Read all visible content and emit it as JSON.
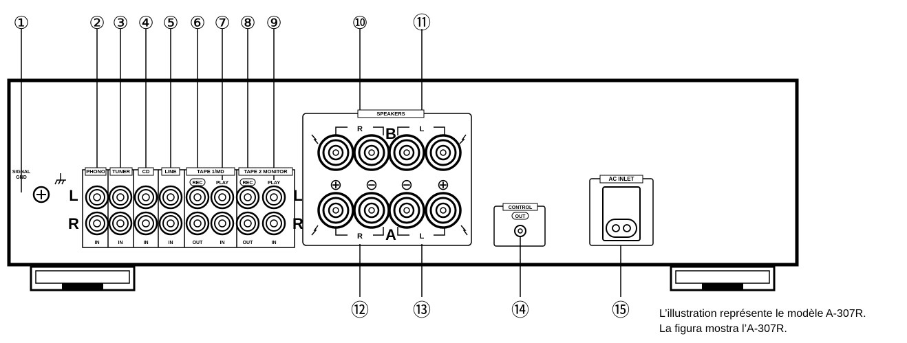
{
  "callouts": [
    "①",
    "②",
    "③",
    "④",
    "⑤",
    "⑥",
    "⑦",
    "⑧",
    "⑨",
    "⑩",
    "⑪",
    "⑫",
    "⑬",
    "⑭",
    "⑮"
  ],
  "ground": {
    "label_line1": "SIGNAL",
    "label_line2": "GND"
  },
  "inputs": {
    "phono": {
      "label": "PHONO",
      "bottom": "IN"
    },
    "tuner": {
      "label": "TUNER",
      "bottom": "IN"
    },
    "cd": {
      "label": "CD",
      "bottom": "IN"
    },
    "line": {
      "label": "LINE",
      "bottom": "IN"
    },
    "tape1": {
      "label": "TAPE 1/MD",
      "rec": "REC",
      "play": "PLAY",
      "bottom_out": "OUT",
      "bottom_in": "IN"
    },
    "tape2": {
      "label": "TAPE 2 MONITOR",
      "rec": "REC",
      "play": "PLAY",
      "bottom_out": "OUT",
      "bottom_in": "IN"
    }
  },
  "channels": {
    "left": "L",
    "right": "R"
  },
  "speakers": {
    "label": "SPEAKERS",
    "group_b": "B",
    "group_a": "A",
    "right": "R",
    "left": "L",
    "plus": "⊕",
    "minus": "⊖"
  },
  "control": {
    "label": "CONTROL",
    "out": "OUT"
  },
  "ac_inlet": {
    "label": "AC INLET"
  },
  "notes": [
    "L’illustration représente le modèle A-307R.",
    "La figura mostra l’A-307R."
  ]
}
